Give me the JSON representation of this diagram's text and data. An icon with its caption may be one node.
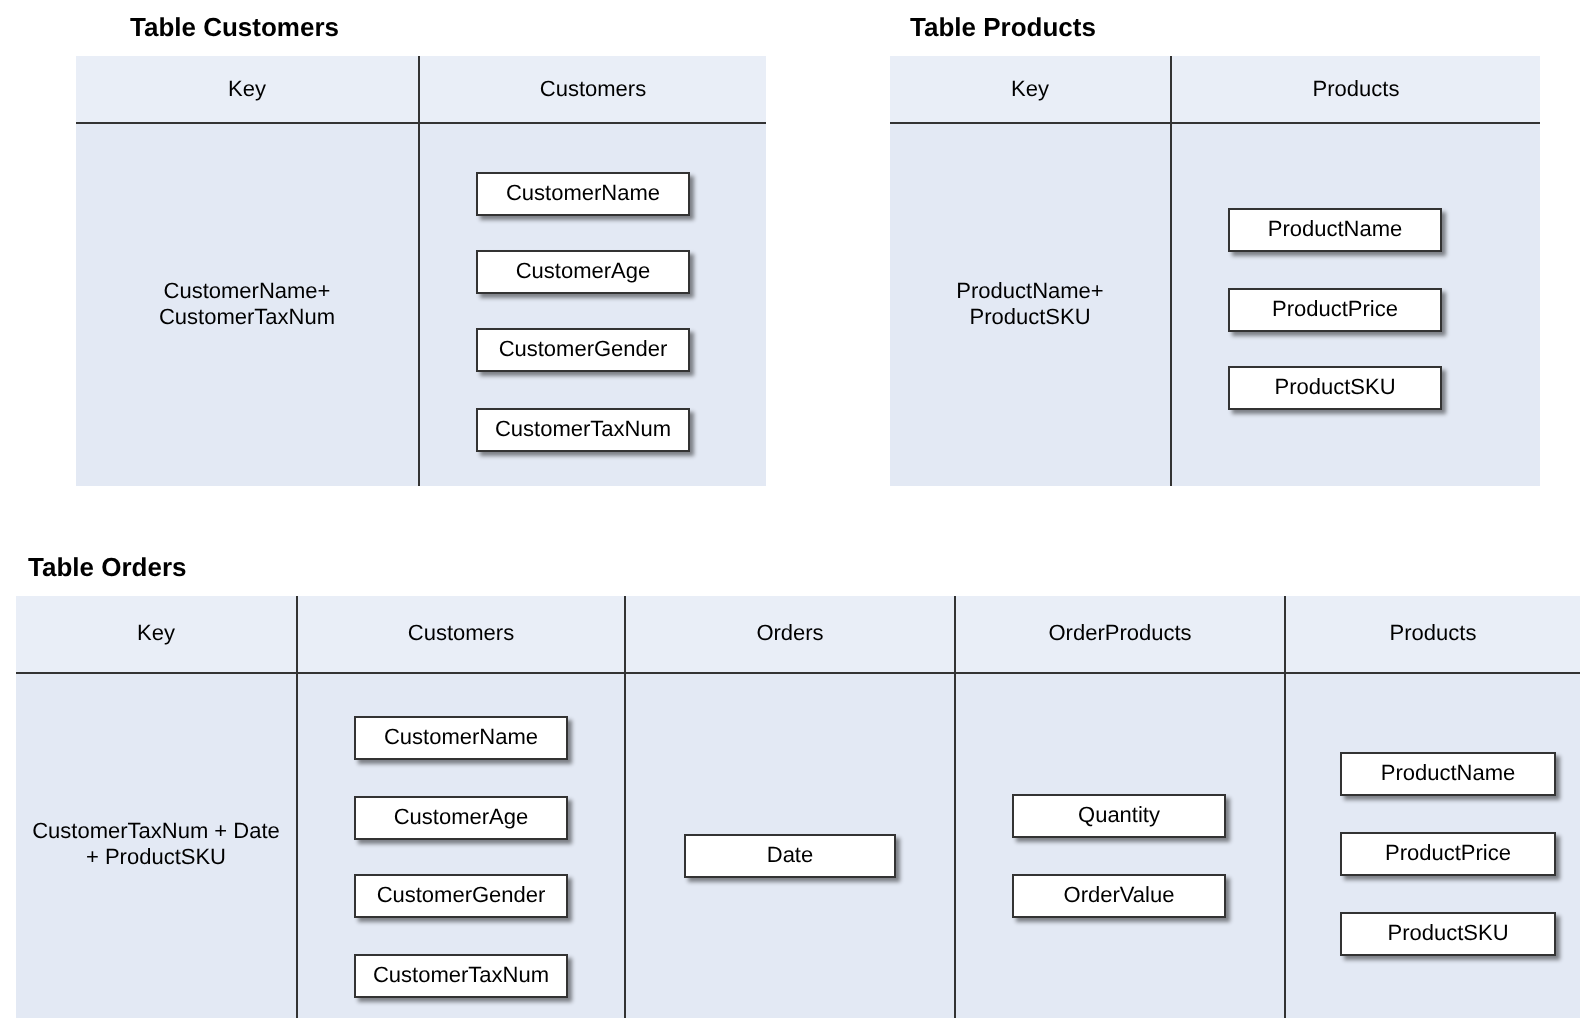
{
  "diagram": {
    "nodes": [
      {
        "text": [
          "Table Customers"
        ]
      },
      {
        "text": [
          "Key",
          "CustomerName+ CustomerTaxNum"
        ],
        "in": 0
      },
      {
        "text": [
          "Customers"
        ],
        "in": 0
      },
      {
        "text": [
          "CustomerName"
        ],
        "in": 2
      },
      {
        "text": [
          "CustomerAge"
        ],
        "in": 2
      },
      {
        "text": [
          "CustomerGender"
        ],
        "in": 2
      },
      {
        "text": [
          "CustomerTaxNum"
        ],
        "in": 2
      },
      {
        "text": [
          "Table Products"
        ]
      },
      {
        "text": [
          "Key",
          "ProductName+ ProductSKU"
        ],
        "in": 7
      },
      {
        "text": [
          "Products"
        ],
        "in": 7
      },
      {
        "text": [
          "ProductName"
        ],
        "in": 9
      },
      {
        "text": [
          "ProductPrice"
        ],
        "in": 9
      },
      {
        "text": [
          "ProductSKU"
        ],
        "in": 9
      },
      {
        "text": [
          "Table Orders"
        ]
      },
      {
        "text": [
          "Key",
          "CustomerTaxNum + Date + ProductSKU"
        ],
        "in": 13
      },
      {
        "text": [
          "Customers"
        ],
        "in": 13
      },
      {
        "text": [
          "CustomerName"
        ],
        "in": 15
      },
      {
        "text": [
          "CustomerAge"
        ],
        "in": 15
      },
      {
        "text": [
          "CustomerGender"
        ],
        "in": 15
      },
      {
        "text": [
          "CustomerTaxNum"
        ],
        "in": 15
      },
      {
        "text": [
          "Orders"
        ],
        "in": 13
      },
      {
        "text": [
          "Date"
        ],
        "in": 20
      },
      {
        "text": [
          "OrderProducts"
        ],
        "in": 13
      },
      {
        "text": [
          "Quantity"
        ],
        "in": 22
      },
      {
        "text": [
          "OrderValue"
        ],
        "in": 22
      },
      {
        "text": [
          "Products"
        ],
        "in": 13
      },
      {
        "text": [
          "ProductName"
        ],
        "in": 25
      },
      {
        "text": [
          "ProductPrice"
        ],
        "in": 25
      },
      {
        "text": [
          "ProductSKU"
        ],
        "in": 25
      }
    ]
  }
}
